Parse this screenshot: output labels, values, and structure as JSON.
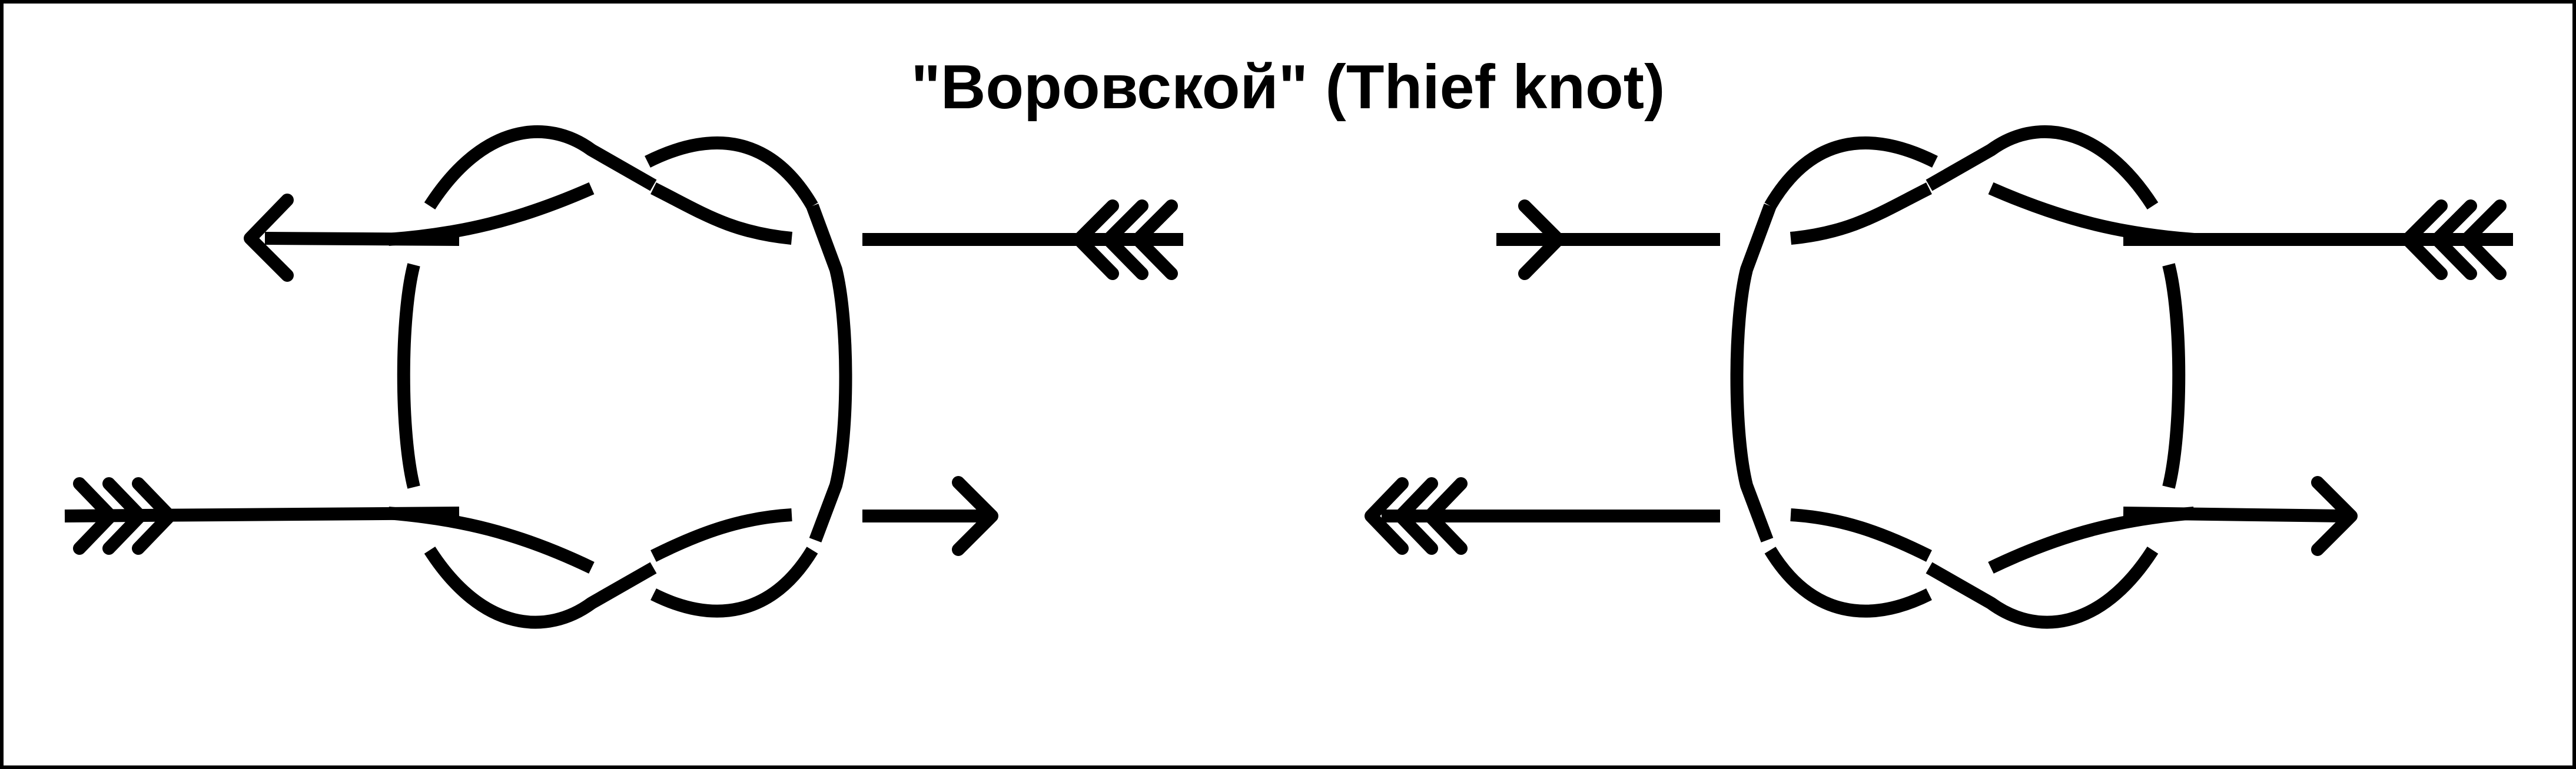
{
  "title": "\"Воровской\" (Thief knot)",
  "colors": {
    "stroke": "#000000",
    "background": "#ffffff",
    "border": "#000000"
  },
  "diagrams": [
    {
      "name": "thief-knot-left"
    },
    {
      "name": "thief-knot-right-mirror"
    }
  ]
}
